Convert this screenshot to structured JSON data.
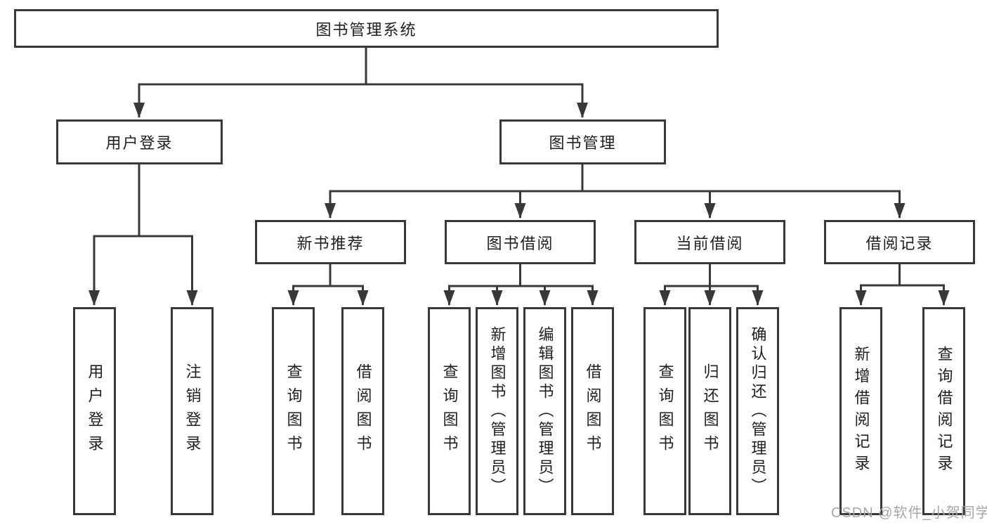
{
  "diagram": {
    "title": "图书管理系统",
    "root": {
      "label": "图书管理系统"
    },
    "level2": [
      {
        "id": "user-login",
        "label": "用户登录"
      },
      {
        "id": "book-management",
        "label": "图书管理"
      }
    ],
    "level3": [
      {
        "id": "new-book-recommendation",
        "label": "新书推荐",
        "parent": "图书管理"
      },
      {
        "id": "book-borrowing",
        "label": "图书借阅",
        "parent": "图书管理"
      },
      {
        "id": "current-borrowing",
        "label": "当前借阅",
        "parent": "图书管理"
      },
      {
        "id": "borrowing-records",
        "label": "借阅记录",
        "parent": "图书管理"
      }
    ],
    "leaves": [
      {
        "label": "用户登录",
        "parent": "用户登录"
      },
      {
        "label": "注销登录",
        "parent": "用户登录"
      },
      {
        "label": "查询图书",
        "parent": "新书推荐"
      },
      {
        "label": "借阅图书",
        "parent": "新书推荐"
      },
      {
        "label": "查询图书",
        "parent": "图书借阅"
      },
      {
        "label": "新增图书（管理员）",
        "parent": "图书借阅"
      },
      {
        "label": "编辑图书（管理员）",
        "parent": "图书借阅"
      },
      {
        "label": "借阅图书",
        "parent": "图书借阅"
      },
      {
        "label": "查询图书",
        "parent": "当前借阅"
      },
      {
        "label": "归还图书",
        "parent": "当前借阅"
      },
      {
        "label": "确认归还（管理员）",
        "parent": "当前借阅"
      },
      {
        "label": "新增借阅记录",
        "parent": "借阅记录"
      },
      {
        "label": "查询借阅记录",
        "parent": "借阅记录"
      }
    ]
  },
  "watermark": {
    "text": "CSDN @软件_小贺同学"
  },
  "colors": {
    "line": "#383838",
    "box_border": "#383838",
    "text": "#1f1f1f",
    "background": "#ffffff",
    "watermark": "#a7a7a7"
  }
}
